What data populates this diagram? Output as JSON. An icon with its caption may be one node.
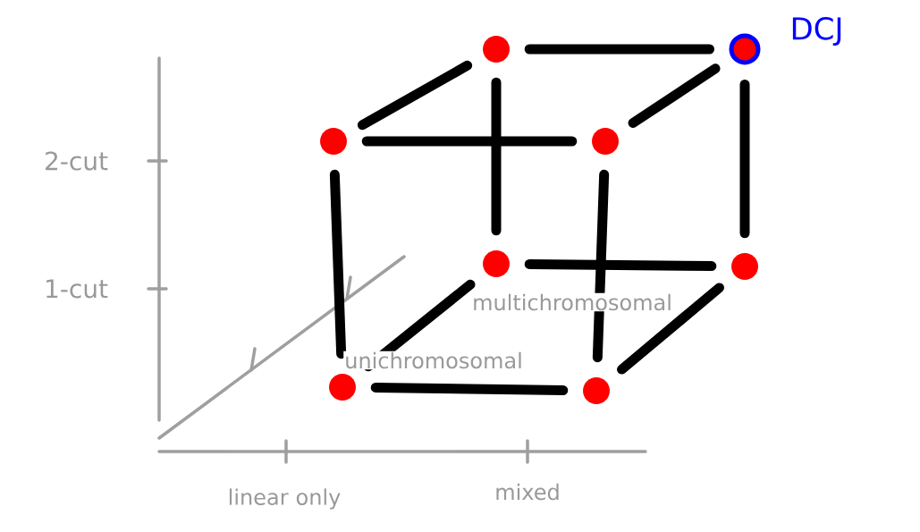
{
  "diagram": {
    "nodes": [
      {
        "text": [],
        "shape": "circle"
      },
      {
        "text": [],
        "shape": "circle",
        "beside": [
          "DCJ"
        ]
      },
      {
        "text": [],
        "shape": "circle"
      },
      {
        "text": [],
        "shape": "circle"
      },
      {
        "text": [],
        "shape": "circle"
      },
      {
        "text": [],
        "shape": "circle"
      },
      {
        "text": [],
        "shape": "circle"
      },
      {
        "text": [],
        "shape": "circle"
      }
    ],
    "edges": [
      {
        "from": 0,
        "to": 1,
        "arrow": "none"
      },
      {
        "from": 0,
        "to": 2,
        "arrow": "none"
      },
      {
        "from": 1,
        "to": 3,
        "arrow": "none"
      },
      {
        "from": 2,
        "to": 3,
        "arrow": "none"
      },
      {
        "from": 0,
        "to": 4,
        "arrow": "none"
      },
      {
        "from": 1,
        "to": 5,
        "arrow": "none"
      },
      {
        "from": 2,
        "to": 6,
        "arrow": "none"
      },
      {
        "from": 3,
        "to": 7,
        "arrow": "none"
      },
      {
        "from": 4,
        "to": 5,
        "arrow": "none"
      },
      {
        "from": 4,
        "to": 6,
        "arrow": "none"
      },
      {
        "from": 5,
        "to": 7,
        "arrow": "none"
      },
      {
        "from": 6,
        "to": 7,
        "arrow": "none"
      }
    ],
    "labels": [
      "2-cut",
      "1-cut",
      "multichromosomal",
      "unichromosomal",
      "linear only",
      "mixed"
    ]
  }
}
